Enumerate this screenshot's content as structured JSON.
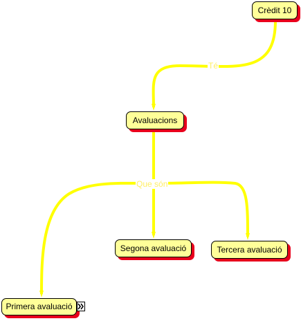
{
  "concept_map": {
    "colors": {
      "node_fill": "#ffff99",
      "node_shadow": "#e8001c",
      "link": "#ffff00",
      "link_label": "#ffee66"
    },
    "nodes": {
      "credit": {
        "label": "Crèdit 10"
      },
      "aval": {
        "label": "Avaluacions"
      },
      "segona": {
        "label": "Segona avaluació"
      },
      "tercera": {
        "label": "Tercera avaluació"
      },
      "primera": {
        "label": "Primera avaluació",
        "has_expand_icon": true
      }
    },
    "links": {
      "te": {
        "label": "Té"
      },
      "que": {
        "label": "Que són"
      }
    },
    "icons": {
      "expand": "double-chevron-right-icon"
    }
  }
}
